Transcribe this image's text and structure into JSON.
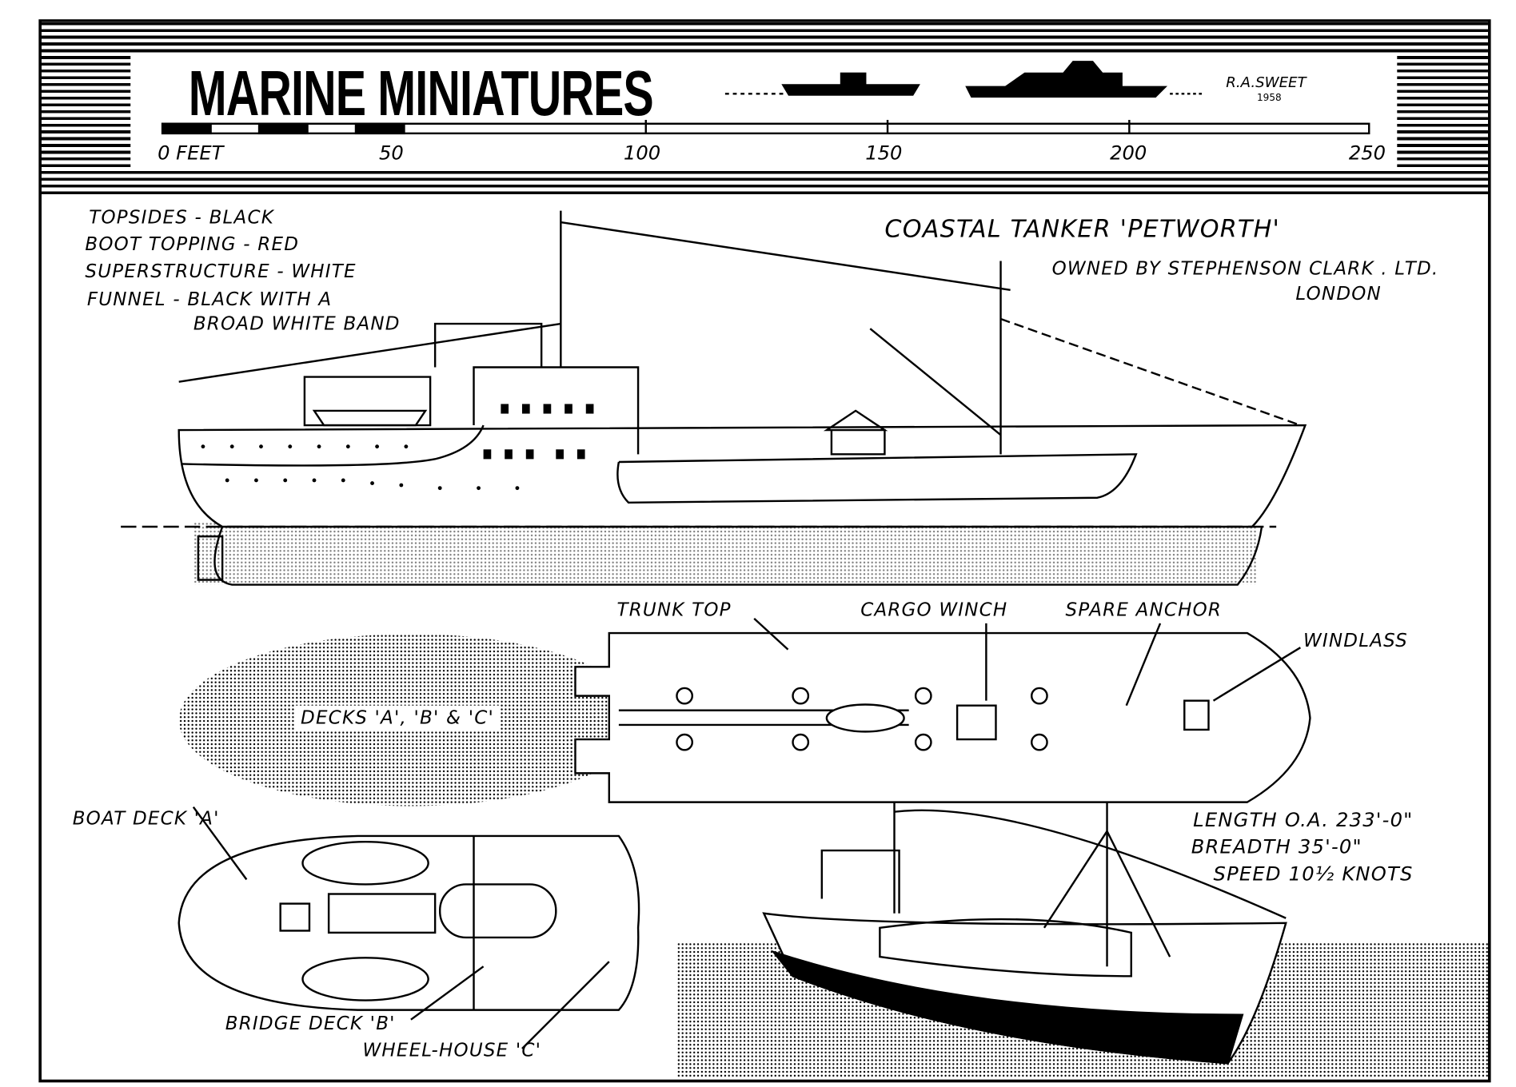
{
  "header": {
    "title": "MARINE   MINIATURES",
    "artist": "R.A.SWEET",
    "year": "1958",
    "scale_ticks": [
      "0 FEET",
      "50",
      "100",
      "150",
      "200",
      "250"
    ]
  },
  "colour_notes": [
    "TOPSIDES - BLACK",
    "BOOT TOPPING - RED",
    "SUPERSTRUCTURE - WHITE",
    "FUNNEL - BLACK WITH A",
    "BROAD WHITE BAND"
  ],
  "ship": {
    "name": "COASTAL TANKER 'PETWORTH'",
    "owner": "OWNED BY STEPHENSON  CLARK . LTD.",
    "city": "LONDON"
  },
  "plan_labels": {
    "trunk_top": "TRUNK TOP",
    "cargo_winch": "CARGO WINCH",
    "spare_anchor": "SPARE ANCHOR",
    "windlass": "WINDLASS",
    "decks": "DECKS 'A', 'B' & 'C'",
    "boat_deck": "BOAT DECK 'A'",
    "bridge_deck": "BRIDGE DECK 'B'",
    "wheelhouse": "WHEEL-HOUSE 'C'"
  },
  "specs": {
    "length": "LENGTH O.A. 233'-0\"",
    "breadth": "BREADTH  35'-0\"",
    "speed": "SPEED  10½ KNOTS"
  }
}
